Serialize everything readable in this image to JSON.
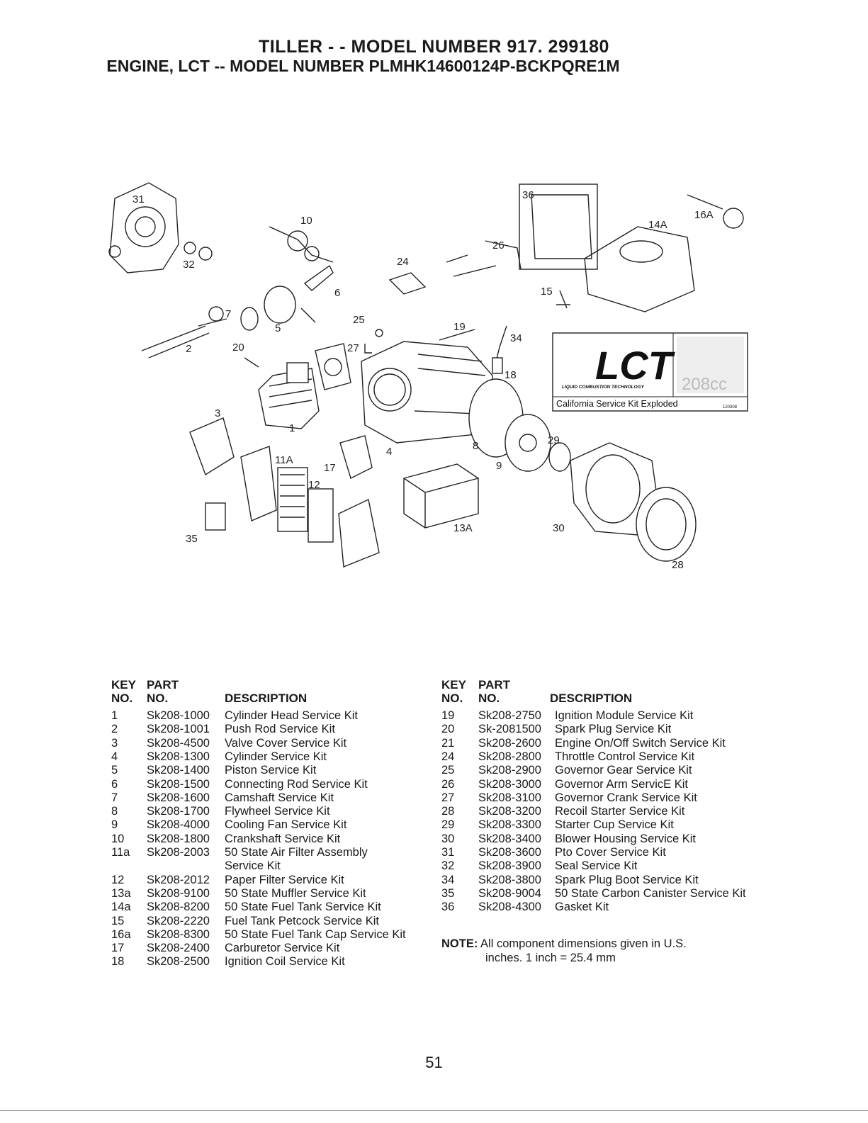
{
  "header": {
    "title": "TILLER - - MODEL NUMBER 917. 299180",
    "subtitle": "ENGINE, LCT -- MODEL NUMBER PLMHK14600124P-BCKPQRE1M"
  },
  "diagram": {
    "callouts": [
      "31",
      "32",
      "10",
      "6",
      "7",
      "2",
      "5",
      "20",
      "25",
      "27",
      "3",
      "1",
      "24",
      "26",
      "36",
      "14A",
      "16A",
      "15",
      "19",
      "34",
      "18",
      "4",
      "17",
      "11A",
      "12",
      "35",
      "8",
      "9",
      "29",
      "13A",
      "30",
      "28"
    ],
    "lct_badge": {
      "logo": "LCT",
      "tagline": "LIQUID COMBUSTION TECHNOLOGY",
      "displacement": "208cc",
      "caption": "California Service Kit Exploded",
      "code": "120308"
    }
  },
  "table_headers": {
    "key_line1": "KEY",
    "key_line2": "NO.",
    "part_line1": "PART",
    "part_line2": "NO.",
    "description": "DESCRIPTION"
  },
  "parts_left": [
    {
      "key": "1",
      "part": "Sk208-1000",
      "desc": "Cylinder Head Service Kit"
    },
    {
      "key": "2",
      "part": "Sk208-1001",
      "desc": "Push Rod Service Kit"
    },
    {
      "key": "3",
      "part": "Sk208-4500",
      "desc": "Valve Cover Service Kit"
    },
    {
      "key": "4",
      "part": "Sk208-1300",
      "desc": "Cylinder Service Kit"
    },
    {
      "key": "5",
      "part": "Sk208-1400",
      "desc": "Piston Service Kit"
    },
    {
      "key": "6",
      "part": "Sk208-1500",
      "desc": "Connecting Rod Service Kit"
    },
    {
      "key": "7",
      "part": "Sk208-1600",
      "desc": "Camshaft Service Kit"
    },
    {
      "key": "8",
      "part": "Sk208-1700",
      "desc": "Flywheel Service Kit"
    },
    {
      "key": "9",
      "part": "Sk208-4000",
      "desc": "Cooling Fan Service Kit"
    },
    {
      "key": "10",
      "part": "Sk208-1800",
      "desc": "Crankshaft Service Kit"
    },
    {
      "key": "11a",
      "part": "Sk208-2003",
      "desc": "50 State Air Filter Assembly"
    },
    {
      "key": "",
      "part": "",
      "desc": "Service Kit"
    },
    {
      "key": "12",
      "part": "Sk208-2012",
      "desc": "Paper Filter Service Kit"
    },
    {
      "key": "13a",
      "part": "Sk208-9100",
      "desc": "50 State Muffler Service Kit"
    },
    {
      "key": "14a",
      "part": "Sk208-8200",
      "desc": "50 State Fuel Tank Service Kit"
    },
    {
      "key": "15",
      "part": "Sk208-2220",
      "desc": "Fuel Tank Petcock Service Kit"
    },
    {
      "key": "16a",
      "part": "Sk208-8300",
      "desc": "50 State Fuel Tank Cap Service Kit"
    },
    {
      "key": "17",
      "part": "Sk208-2400",
      "desc": "Carburetor Service Kit"
    },
    {
      "key": "18",
      "part": "Sk208-2500",
      "desc": "Ignition Coil Service Kit"
    }
  ],
  "parts_right": [
    {
      "key": "19",
      "part": "Sk208-2750",
      "desc": "Ignition Module Service Kit"
    },
    {
      "key": "20",
      "part": "Sk-2081500",
      "desc": "Spark Plug Service Kit"
    },
    {
      "key": "21",
      "part": "Sk208-2600",
      "desc": "Engine On/Off Switch Service Kit"
    },
    {
      "key": "24",
      "part": "Sk208-2800",
      "desc": "Throttle Control Service Kit"
    },
    {
      "key": "25",
      "part": "Sk208-2900",
      "desc": "Governor Gear Service Kit"
    },
    {
      "key": "26",
      "part": "Sk208-3000",
      "desc": "Governor Arm ServicE Kit"
    },
    {
      "key": "27",
      "part": "Sk208-3100",
      "desc": "Governor Crank Service Kit"
    },
    {
      "key": "28",
      "part": "Sk208-3200",
      "desc": "Recoil Starter Service Kit"
    },
    {
      "key": "29",
      "part": "Sk208-3300",
      "desc": "Starter Cup Service Kit"
    },
    {
      "key": "30",
      "part": "Sk208-3400",
      "desc": "Blower Housing Service Kit"
    },
    {
      "key": "31",
      "part": "Sk208-3600",
      "desc": "Pto Cover Service Kit"
    },
    {
      "key": "32",
      "part": "Sk208-3900",
      "desc": "Seal Service Kit"
    },
    {
      "key": "34",
      "part": "Sk208-3800",
      "desc": "Spark Plug Boot Service Kit"
    },
    {
      "key": "35",
      "part": "Sk208-9004",
      "desc": "50 State Carbon Canister Service Kit"
    },
    {
      "key": "36",
      "part": "Sk208-4300",
      "desc": "Gasket Kit"
    }
  ],
  "note": {
    "label": "NOTE:",
    "line1": "All component dimensions given in U.S.",
    "line2": "inches. 1 inch = 25.4 mm"
  },
  "footer": {
    "page_number": "51"
  }
}
